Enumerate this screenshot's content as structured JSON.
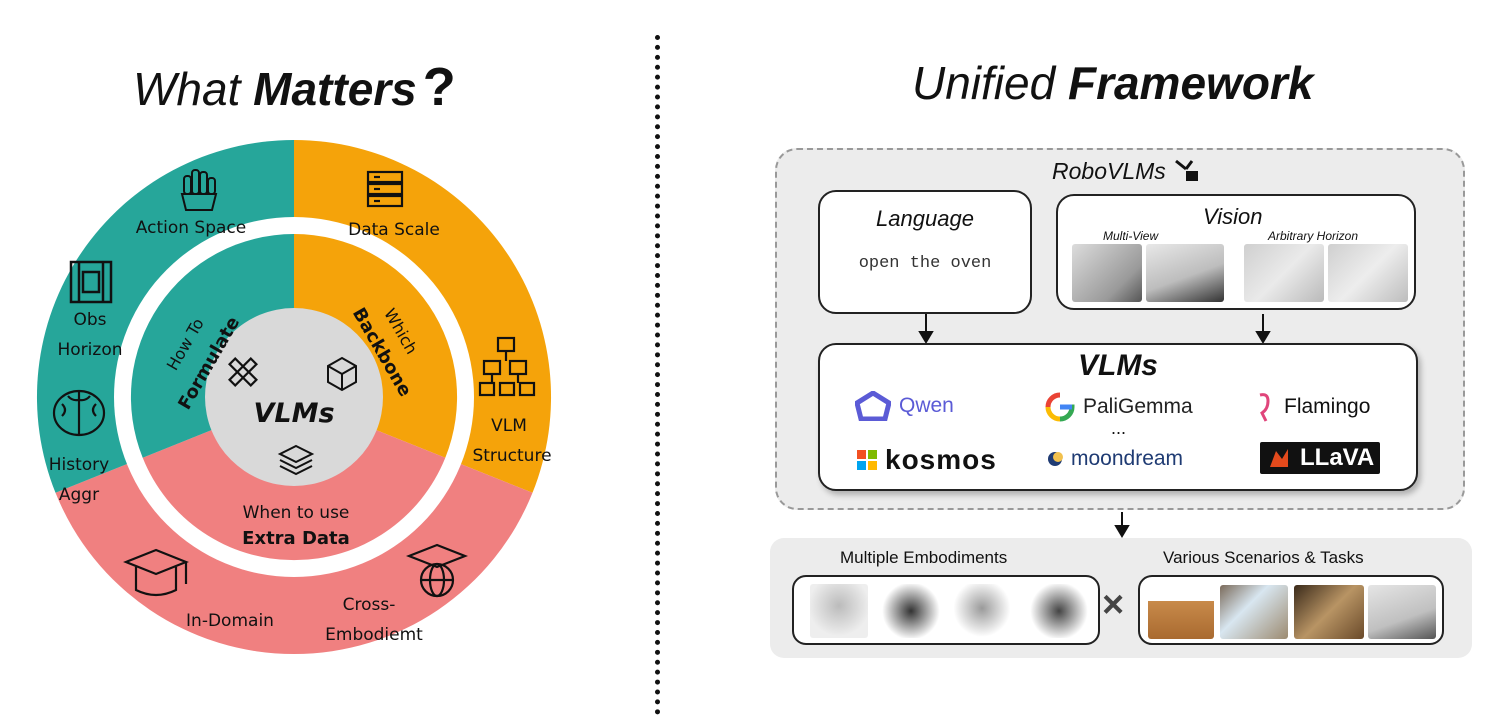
{
  "left": {
    "title_normal": "What ",
    "title_bold": "Matters",
    "title_q": "?",
    "center": "VLMs",
    "ring": {
      "action_space": "Action Space",
      "obs_1": "Obs",
      "obs_2": "Horizon",
      "history_1": "History",
      "history_2": "Aggr",
      "data_scale": "Data Scale",
      "vlm_struct_1": "VLM",
      "vlm_struct_2": "Structure",
      "in_domain": "In-Domain",
      "cross_1": "Cross-",
      "cross_2": "Embodiemt"
    },
    "inner": {
      "how_to": "How To",
      "formulate": "Formulate",
      "which": "Which",
      "backbone": "Backbone",
      "when_to_use": "When to use",
      "extra_data": "Extra Data"
    },
    "colors": {
      "teal": "#26a69a",
      "orange": "#f5a30a",
      "red": "#f08080",
      "gray": "#d9d9d9"
    }
  },
  "right": {
    "title_normal": "Unified ",
    "title_bold": "Framework",
    "robovlms": "RoboVLMs",
    "language_title": "Language",
    "instruction": "open the oven",
    "vision_title": "Vision",
    "multi_view": "Multi-View",
    "arbitrary_horizon": "Arbitrary Horizon",
    "vlms_title": "VLMs",
    "logos": {
      "qwen": "Qwen",
      "paligemma": "PaliGemma",
      "flamingo": "Flamingo",
      "kosmos": "kosmos",
      "moondream": "moondream",
      "llava": "LLaVA",
      "ellipsis": "..."
    },
    "multiple_embodiments": "Multiple Embodiments",
    "various_scenarios": "Various Scenarios & Tasks",
    "times": "×"
  }
}
